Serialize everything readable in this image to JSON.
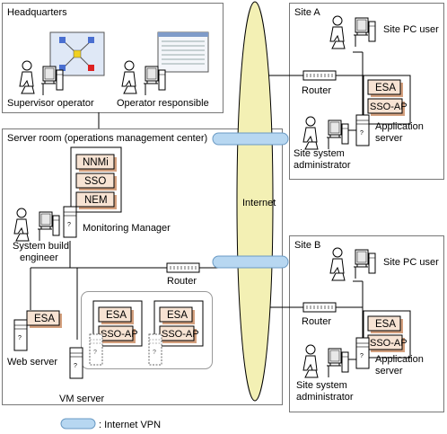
{
  "areas": {
    "headquarters": "Headquarters",
    "server_room": "Server room (operations management center)",
    "site_a": "Site A",
    "site_b": "Site B",
    "internet": "Internet"
  },
  "people": {
    "supervisor_operator": "Supervisor operator",
    "operator_responsible": "Operator responsible",
    "site_a_pc_user": "Site PC user",
    "site_a_admin_line1": "Site system",
    "site_a_admin_line2": "administrator",
    "system_build_line1": "System build",
    "system_build_line2": "engineer",
    "site_b_pc_user": "Site PC user",
    "site_b_admin_line1": "Site system",
    "site_b_admin_line2": "administrator"
  },
  "devices": {
    "router_a": "Router",
    "router_server": "Router",
    "router_b": "Router",
    "app_server_a_line1": "Application",
    "app_server_a_line2": "server",
    "app_server_b_line1": "Application",
    "app_server_b_line2": "server",
    "monitoring_manager": "Monitoring Manager",
    "web_server": "Web server",
    "vm_server": "VM server"
  },
  "components": {
    "nnmi": "NNMi",
    "sso": "SSO",
    "nem": "NEM",
    "esa": "ESA",
    "sso_ap": "SSO-AP"
  },
  "legend": {
    "vpn_label": ": Internet VPN"
  },
  "colors": {
    "internet_fill": "#f3f0b4",
    "vpn_fill": "#b7d7f1",
    "box_fill": "#f7e3d3",
    "box_shadow": "#d4a07e"
  }
}
